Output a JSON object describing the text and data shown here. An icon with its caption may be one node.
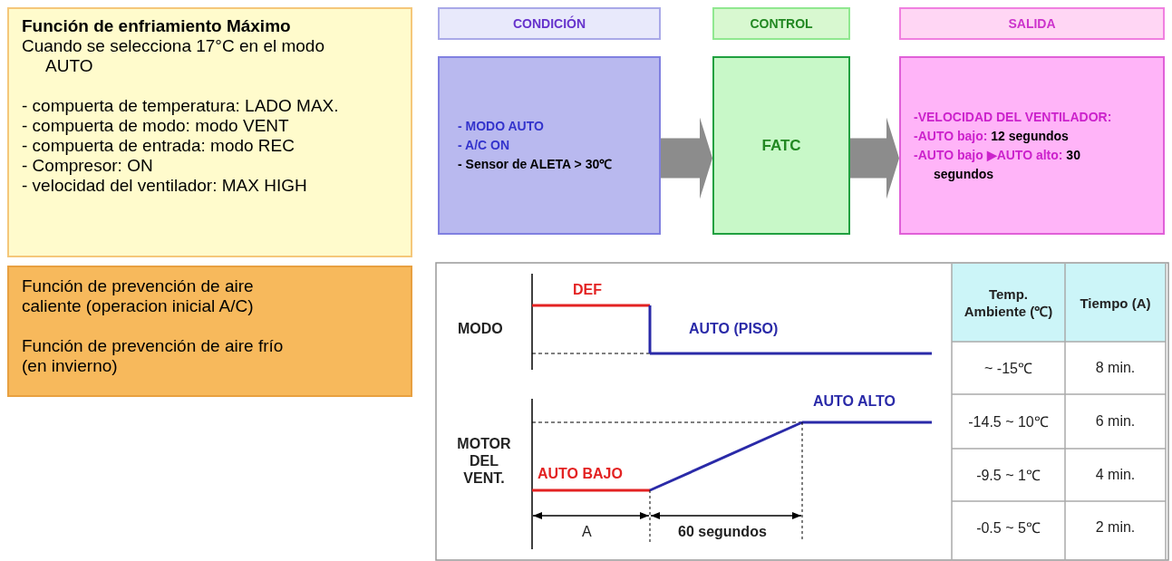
{
  "diagram": {
    "nodes": [
      {
        "text": [
          "Función de enfriamiento Máximo",
          "Cuando se selecciona 17°C en el modo AUTO",
          "- compuerta de temperatura: LADO MAX.",
          "- compuerta de modo: modo VENT",
          "- compuerta de entrada: modo REC",
          "- Compresor: ON",
          "- velocidad del ventilador: MAX HIGH"
        ]
      },
      {
        "text": [
          "Función de prevención de aire caliente (operacion inicial A/C)",
          "Función de prevención de aire frío (en invierno)"
        ]
      },
      {
        "text": [
          "CONDICIÓN"
        ]
      },
      {
        "text": [
          "CONTROL"
        ]
      },
      {
        "text": [
          "SALIDA"
        ]
      },
      {
        "text": [
          "- MODO AUTO",
          "- A/C ON",
          "- Sensor de ALETA > 30℃"
        ]
      },
      {
        "text": [
          "FATC"
        ]
      },
      {
        "text": [
          "-VELOCIDAD DEL VENTILADOR:",
          "-AUTO bajo: 12 segundos",
          "-AUTO bajo ▶AUTO alto: 30 segundos"
        ]
      }
    ],
    "edges": [
      {
        "from": 5,
        "to": 6,
        "arrow": "to"
      },
      {
        "from": 6,
        "to": 7,
        "arrow": "to"
      }
    ],
    "labels": [
      "DEF",
      "MODO",
      "AUTO (PISO)",
      "AUTO ALTO",
      "MOTOR DEL VENT.",
      "AUTO BAJO",
      "A",
      "60 segundos",
      "Temp. Ambiente (℃)",
      "Tiempo (A)",
      "~ -15℃",
      "8 min.",
      "-14.5 ~ 10℃",
      "6 min.",
      "-9.5 ~ 1℃",
      "4 min.",
      "-0.5 ~ 5℃",
      "2 min."
    ]
  }
}
